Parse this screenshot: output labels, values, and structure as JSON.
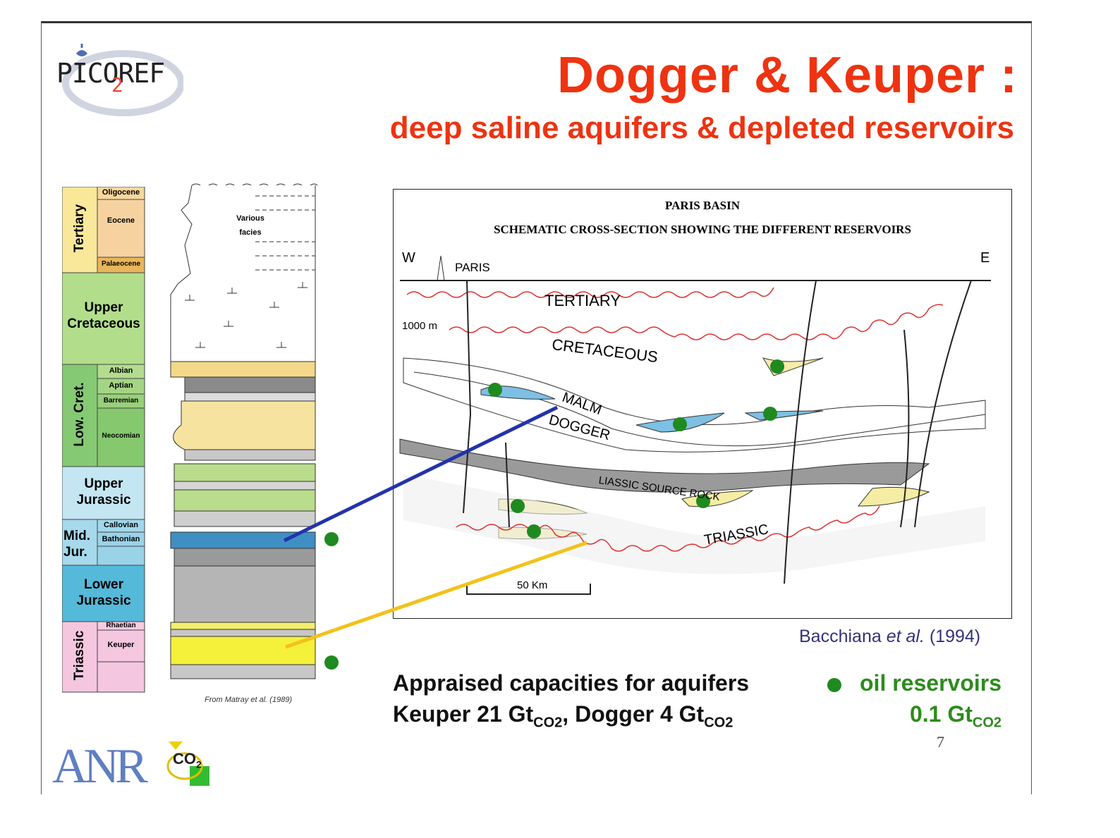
{
  "slide": {
    "title": "Dogger  &  Keuper :",
    "subtitle": "deep saline aquifers & depleted reservoirs",
    "page_number": "7"
  },
  "logos": {
    "picoref": "PICOREF",
    "picoref_sub": "2",
    "anr": "ANR",
    "co2": "CO",
    "co2_sub": "2"
  },
  "stratigraphy": {
    "periods": [
      {
        "name": "Tertiary",
        "color": "#f9e79a",
        "stages": [
          "Oligocene",
          "Eocene",
          "Palaeocene"
        ]
      },
      {
        "name": "Upper Cretaceous",
        "color": "#a9dc84",
        "stages": []
      },
      {
        "name": "Low. Cret.",
        "color": "#7fc770",
        "stages": [
          "Albian",
          "Aptian",
          "Barremian",
          "Neocomian"
        ]
      },
      {
        "name": "Upper Jurassic",
        "color": "#bfe4f0",
        "stages": []
      },
      {
        "name": "Mid. Jur.",
        "color": "#9ad3e8",
        "stages": [
          "Callovian",
          "Bathonian"
        ]
      },
      {
        "name": "Lower Jurassic",
        "color": "#4fb8d8",
        "stages": []
      },
      {
        "name": "Triassic",
        "color": "#f5c6e0",
        "stages": [
          "Rhaetian",
          "Keuper"
        ]
      }
    ],
    "litho_label": "Various facies",
    "credit": "From Matray et al. (1989)"
  },
  "cross_section": {
    "title_line1": "PARIS BASIN",
    "title_line2": "SCHEMATIC CROSS-SECTION SHOWING THE DIFFERENT RESERVOIRS",
    "west": "W",
    "east": "E",
    "city": "PARIS",
    "depth_label": "1000 m",
    "scale_label": "50 Km",
    "layers": [
      "TERTIARY",
      "CRETACEOUS",
      "MALM",
      "DOGGER",
      "LIASSIC SOURCE ROCK",
      "TRIASSIC"
    ]
  },
  "reference": {
    "authors": "Bacchiana ",
    "etal": "et al.",
    "year": " (1994)"
  },
  "capacities": {
    "line1": "Appraised capacities for aquifers",
    "keuper": "Keuper 21 Gt",
    "keuper_sub": "CO2",
    "sep": ",  Dogger 4 Gt",
    "dogger_sub": "CO2"
  },
  "oil_legend": {
    "label": "oil reservoirs",
    "value": "0.1 Gt",
    "value_sub": "CO2"
  },
  "colors": {
    "title": "#ee3311",
    "oil": "#1f8a1f",
    "dogger_line": "#2233aa",
    "keuper_line": "#f2c21a"
  }
}
